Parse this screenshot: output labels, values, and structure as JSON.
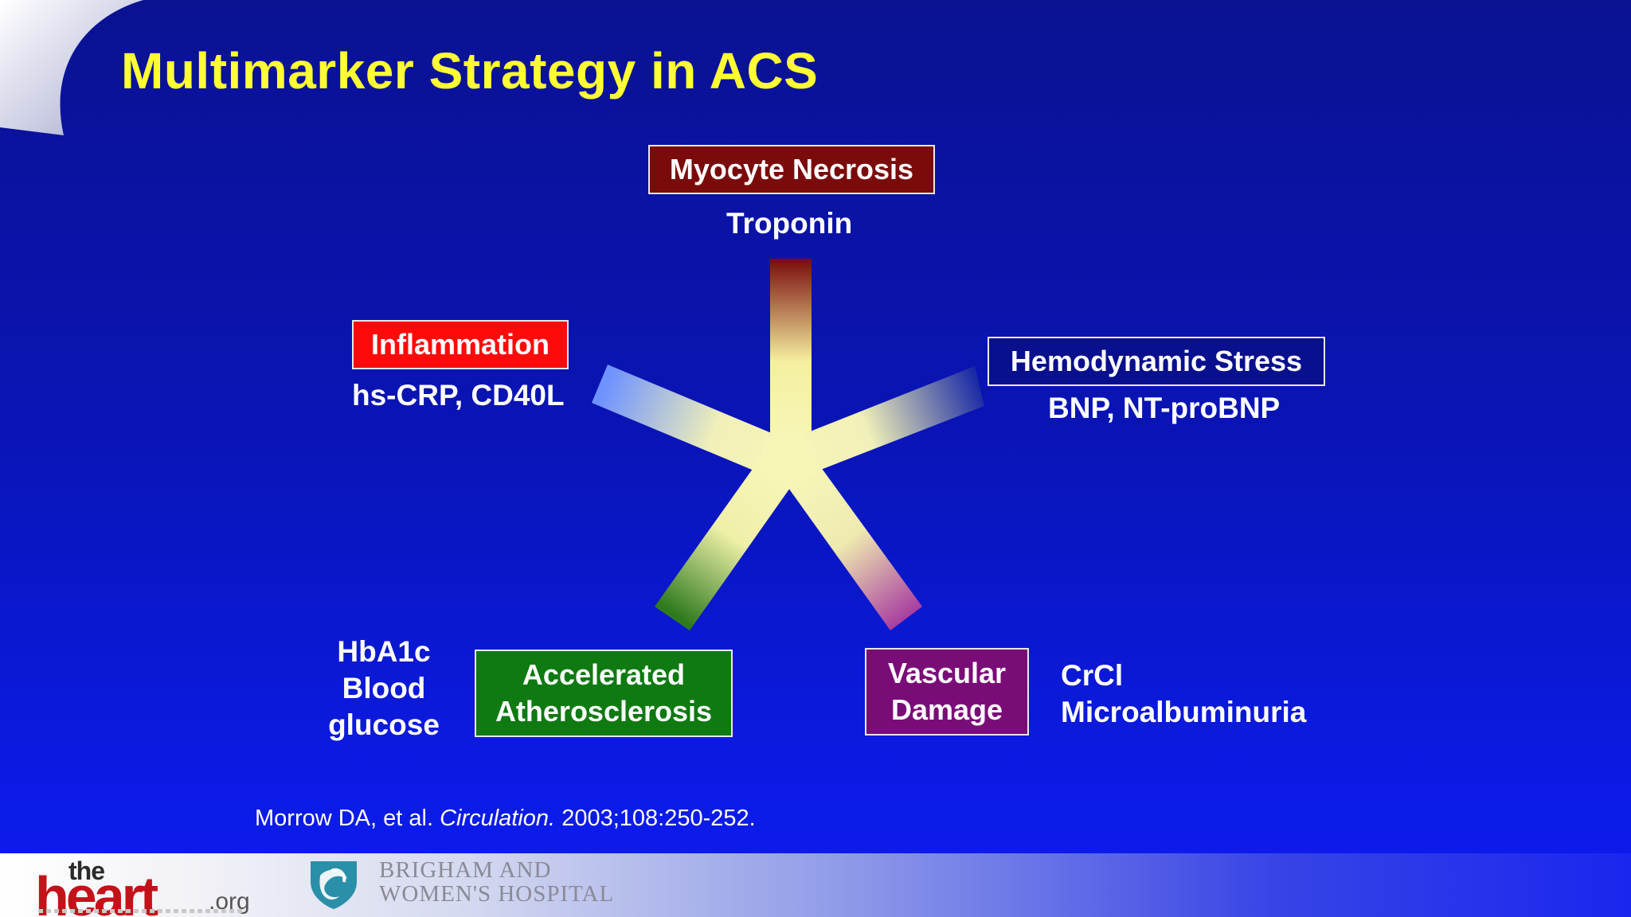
{
  "title": "Multimarker Strategy in ACS",
  "nodes": {
    "necrosis": {
      "label": "Myocyte Necrosis",
      "markers": "Troponin",
      "color": "#7b0b0b"
    },
    "inflammation": {
      "label": "Inflammation",
      "markers": "hs-CRP, CD40L",
      "color": "#ff0a0a"
    },
    "hemodynamic": {
      "label": "Hemodynamic Stress",
      "markers": "BNP, NT-proBNP",
      "color": "#08108e"
    },
    "atherosclerosis": {
      "label_line1": "Accelerated",
      "label_line2": "Atherosclerosis",
      "marker_line1": "HbA1c",
      "marker_line2": "Blood",
      "marker_line3": "glucose",
      "color": "#0f7a12"
    },
    "vascular": {
      "label_line1": "Vascular",
      "label_line2": "Damage",
      "marker_line1": "CrCl",
      "marker_line2": "Microalbuminuria",
      "color": "#7a0c78"
    }
  },
  "citation": {
    "authors": "Morrow DA, et al.",
    "journal": "Circulation.",
    "ref": "2003;108:250-252."
  },
  "footer": {
    "logo_the": "the",
    "logo_heart": "heart",
    "logo_org": ".org",
    "hospital_line1": "BRIGHAM AND",
    "hospital_line2": "WOMEN'S HOSPITAL"
  }
}
